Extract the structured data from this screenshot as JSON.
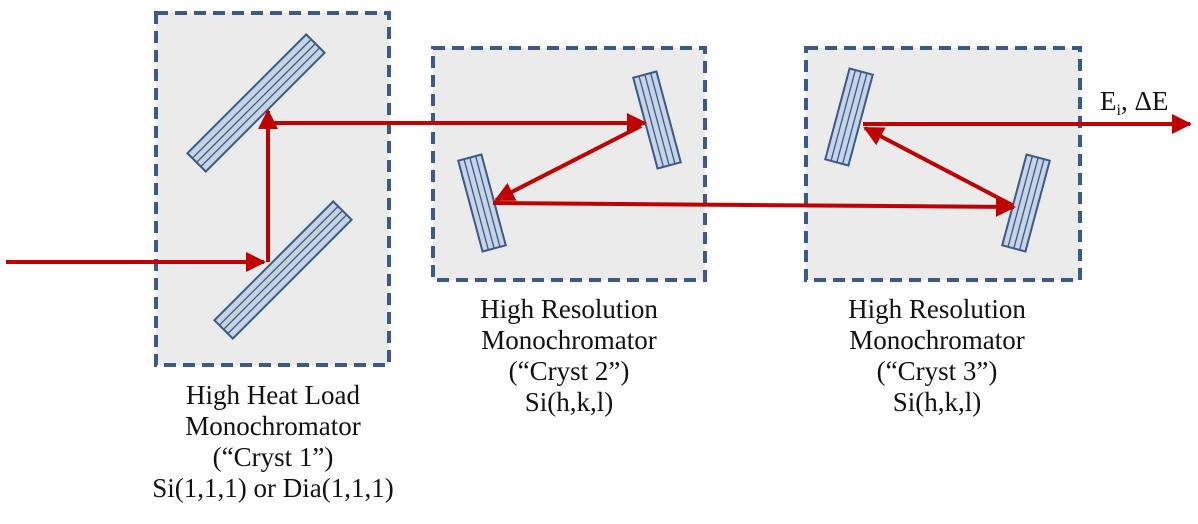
{
  "stages": [
    {
      "id": "cryst1",
      "lines": [
        "High Heat Load",
        "Monochromator",
        "(“Cryst 1”)",
        "Si(1,1,1) or Dia(1,1,1)"
      ]
    },
    {
      "id": "cryst2",
      "lines": [
        "High Resolution",
        "Monochromator",
        "(“Cryst 2”)",
        "Si(h,k,l)"
      ]
    },
    {
      "id": "cryst3",
      "lines": [
        "High Resolution",
        "Monochromator",
        "(“Cryst 3”)",
        "Si(h,k,l)"
      ]
    }
  ],
  "output": {
    "symbol": "E",
    "subscript": "i",
    "suffix": ", ΔE"
  },
  "colors": {
    "beam": "#c00000",
    "box_border": "#3b5a87",
    "box_fill": "#ebebeb",
    "crystal_fill": "#c7d3e6",
    "crystal_stroke": "#3b5a87"
  }
}
